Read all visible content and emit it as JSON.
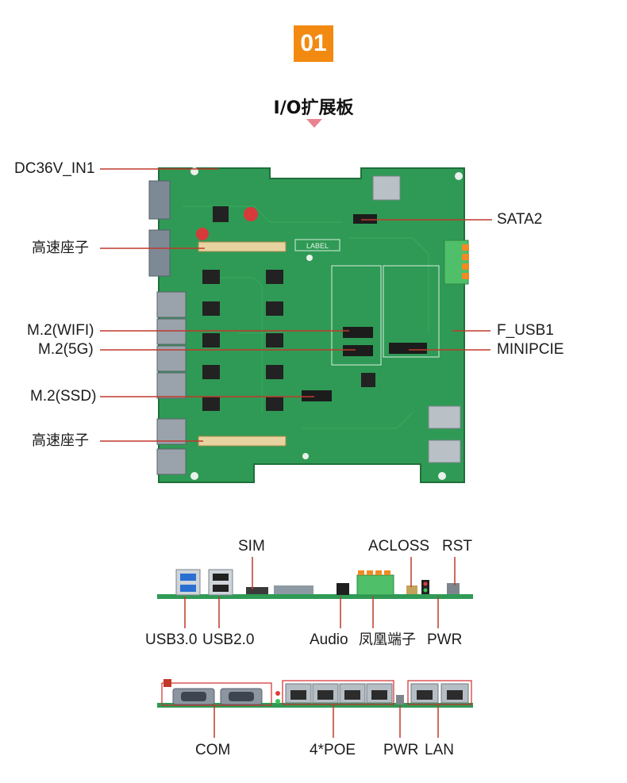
{
  "section": {
    "number": "01",
    "title": "I/O扩展板"
  },
  "board_top_labels": {
    "dc_in": "DC36V_IN1",
    "hs_connector_1": "高速座子",
    "m2_wifi": "M.2(WIFI)",
    "m2_5g": "M.2(5G)",
    "m2_ssd": "M.2(SSD)",
    "hs_connector_2": "高速座子",
    "sata2": "SATA2",
    "f_usb1": "F_USB1",
    "minipcie": "MINIPCIE"
  },
  "board_silkscreen": {
    "label_box": "LABEL"
  },
  "front_panel": {
    "sim": "SIM",
    "acloss": "ACLOSS",
    "rst": "RST",
    "usb30": "USB3.0",
    "usb20": "USB2.0",
    "audio": "Audio",
    "phoenix": "凤凰端子",
    "pwr": "PWR"
  },
  "rear_panel": {
    "com": "COM",
    "poe": "4*POE",
    "pwr": "PWR",
    "lan": "LAN"
  },
  "colors": {
    "badge": "#f28a12",
    "arrow": "#e8838f",
    "pcb": "#2f9a55",
    "callout_line": "#c0392b",
    "highlight_box": "#d12b2b"
  }
}
